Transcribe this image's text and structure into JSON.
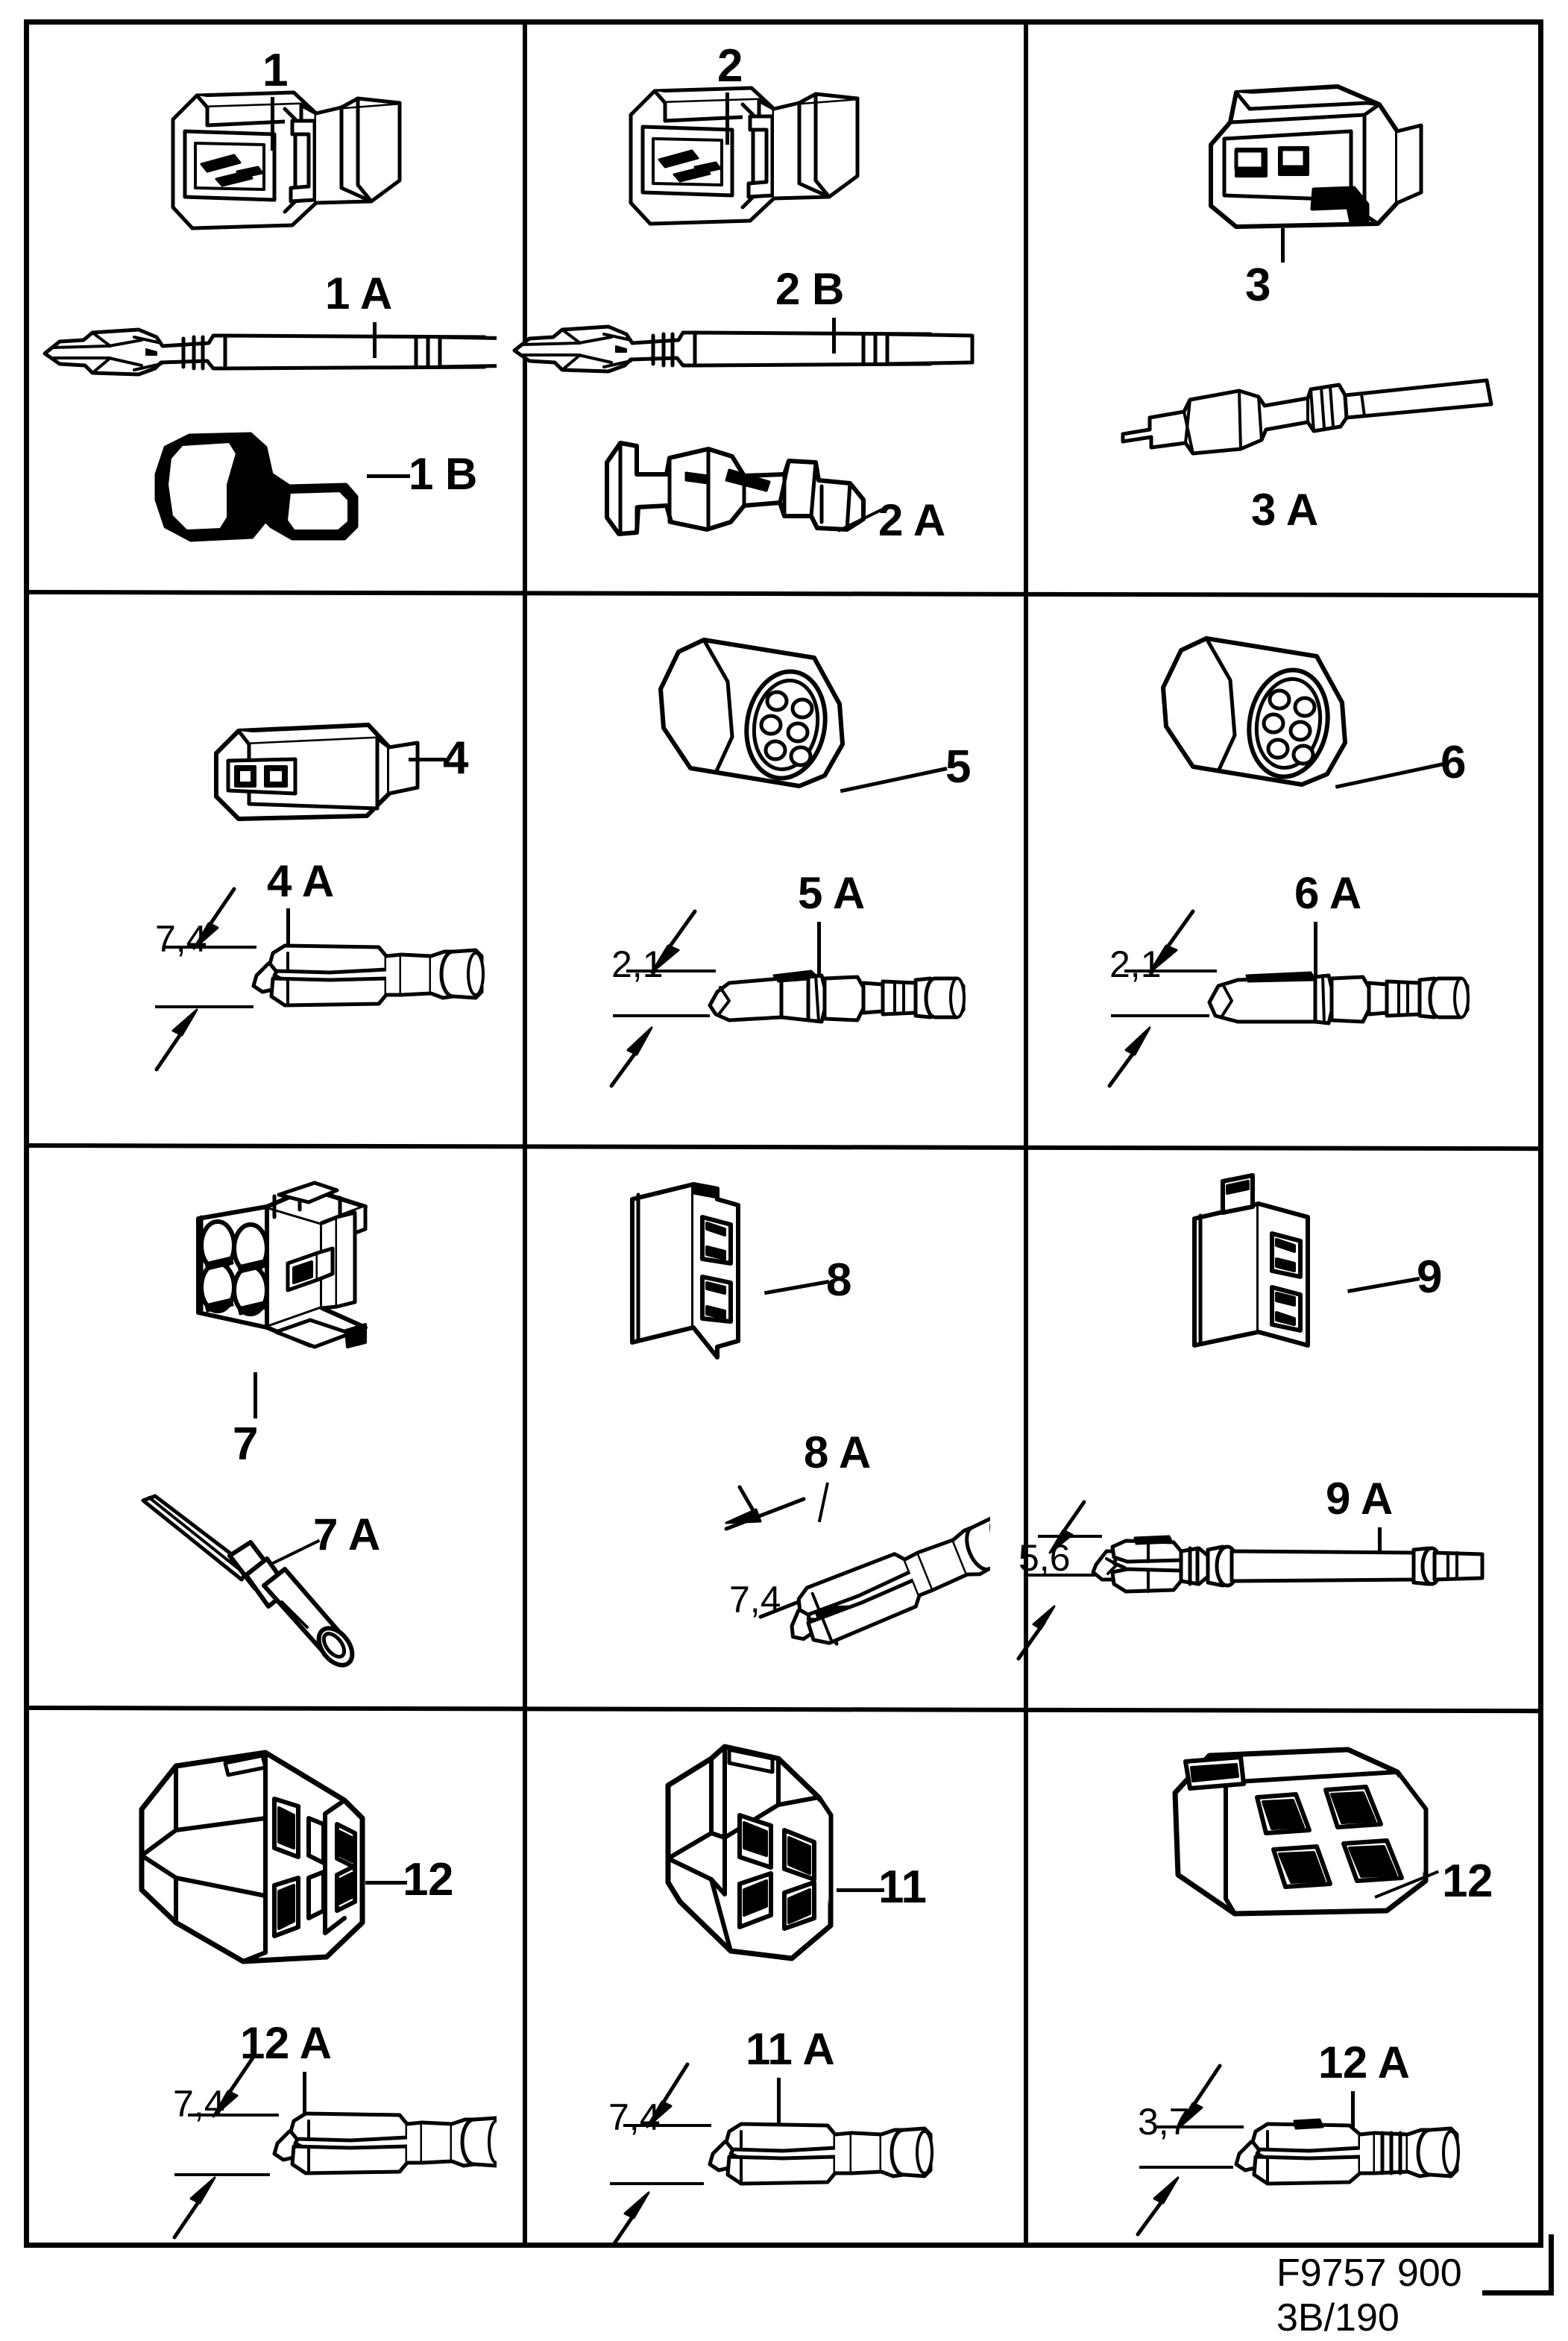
{
  "document": {
    "type": "parts-illustration",
    "footer_part_number": "F9757 900",
    "footer_page_code": "3B/190",
    "grid": {
      "columns": 3,
      "rows": 4
    }
  },
  "cells": [
    {
      "id": "cell-1",
      "row": 1,
      "col": 1,
      "labels": [
        {
          "text": "1",
          "kind": "item"
        },
        {
          "text": "1 A",
          "kind": "item"
        },
        {
          "text": "1 B",
          "kind": "item"
        }
      ],
      "parts": [
        {
          "name": "connector-housing-1",
          "label": "1"
        },
        {
          "name": "terminal-wire-1a",
          "label": "1 A"
        },
        {
          "name": "rubber-boot-1b",
          "label": "1 B"
        }
      ]
    },
    {
      "id": "cell-2",
      "row": 1,
      "col": 2,
      "labels": [
        {
          "text": "2",
          "kind": "item"
        },
        {
          "text": "2 B",
          "kind": "item"
        },
        {
          "text": "2 A",
          "kind": "item"
        }
      ],
      "parts": [
        {
          "name": "connector-housing-2",
          "label": "2"
        },
        {
          "name": "terminal-wire-2b",
          "label": "2 B"
        },
        {
          "name": "blade-terminal-2a",
          "label": "2 A"
        }
      ]
    },
    {
      "id": "cell-3",
      "row": 1,
      "col": 3,
      "labels": [
        {
          "text": "3",
          "kind": "item"
        },
        {
          "text": "3 A",
          "kind": "item"
        }
      ],
      "parts": [
        {
          "name": "connector-housing-3",
          "label": "3"
        },
        {
          "name": "bullet-terminal-3a",
          "label": "3 A"
        }
      ]
    },
    {
      "id": "cell-4",
      "row": 2,
      "col": 1,
      "labels": [
        {
          "text": "4",
          "kind": "item"
        },
        {
          "text": "4 A",
          "kind": "item"
        },
        {
          "text": "7,4",
          "kind": "dimension"
        }
      ],
      "parts": [
        {
          "name": "connector-housing-4",
          "label": "4"
        },
        {
          "name": "female-terminal-4a",
          "label": "4 A",
          "width_mm": "7,4"
        }
      ]
    },
    {
      "id": "cell-5",
      "row": 2,
      "col": 2,
      "labels": [
        {
          "text": "5",
          "kind": "item"
        },
        {
          "text": "5 A",
          "kind": "item"
        },
        {
          "text": "2,1",
          "kind": "dimension"
        }
      ],
      "parts": [
        {
          "name": "round-connector-5",
          "label": "5"
        },
        {
          "name": "pin-terminal-5a",
          "label": "5 A",
          "width_mm": "2,1"
        }
      ]
    },
    {
      "id": "cell-6",
      "row": 2,
      "col": 3,
      "labels": [
        {
          "text": "6",
          "kind": "item"
        },
        {
          "text": "6 A",
          "kind": "item"
        },
        {
          "text": "2,1",
          "kind": "dimension"
        }
      ],
      "parts": [
        {
          "name": "round-connector-6",
          "label": "6"
        },
        {
          "name": "socket-terminal-6a",
          "label": "6 A",
          "width_mm": "2,1"
        }
      ]
    },
    {
      "id": "cell-7",
      "row": 3,
      "col": 1,
      "labels": [
        {
          "text": "7",
          "kind": "item"
        },
        {
          "text": "7 A",
          "kind": "item"
        }
      ],
      "parts": [
        {
          "name": "connector-housing-7",
          "label": "7"
        },
        {
          "name": "socket-terminal-7a",
          "label": "7 A"
        }
      ]
    },
    {
      "id": "cell-8",
      "row": 3,
      "col": 2,
      "labels": [
        {
          "text": "8",
          "kind": "item"
        },
        {
          "text": "8 A",
          "kind": "item"
        },
        {
          "text": "7,4",
          "kind": "dimension"
        }
      ],
      "parts": [
        {
          "name": "connector-housing-8",
          "label": "8"
        },
        {
          "name": "female-terminal-8a",
          "label": "8 A",
          "width_mm": "7,4"
        }
      ]
    },
    {
      "id": "cell-9",
      "row": 3,
      "col": 3,
      "labels": [
        {
          "text": "9",
          "kind": "item"
        },
        {
          "text": "9 A",
          "kind": "item"
        },
        {
          "text": "5,6",
          "kind": "dimension"
        }
      ],
      "parts": [
        {
          "name": "connector-housing-9",
          "label": "9"
        },
        {
          "name": "terminal-wire-9a",
          "label": "9 A",
          "width_mm": "5,6"
        }
      ]
    },
    {
      "id": "cell-10",
      "row": 4,
      "col": 1,
      "labels": [
        {
          "text": "12",
          "kind": "item"
        },
        {
          "text": "12 A",
          "kind": "item"
        },
        {
          "text": "7,4",
          "kind": "dimension"
        }
      ],
      "parts": [
        {
          "name": "connector-housing-12-left",
          "label": "12"
        },
        {
          "name": "female-terminal-12a-left",
          "label": "12 A",
          "width_mm": "7,4"
        }
      ]
    },
    {
      "id": "cell-11",
      "row": 4,
      "col": 2,
      "labels": [
        {
          "text": "11",
          "kind": "item"
        },
        {
          "text": "11 A",
          "kind": "item"
        },
        {
          "text": "7,4",
          "kind": "dimension"
        }
      ],
      "parts": [
        {
          "name": "connector-housing-11",
          "label": "11"
        },
        {
          "name": "female-terminal-11a",
          "label": "11 A",
          "width_mm": "7,4"
        }
      ]
    },
    {
      "id": "cell-12",
      "row": 4,
      "col": 3,
      "labels": [
        {
          "text": "12",
          "kind": "item"
        },
        {
          "text": "12 A",
          "kind": "item"
        },
        {
          "text": "3,7",
          "kind": "dimension"
        }
      ],
      "parts": [
        {
          "name": "connector-housing-12-right",
          "label": "12"
        },
        {
          "name": "female-terminal-12a-right",
          "label": "12 A",
          "width_mm": "3,7"
        }
      ]
    }
  ],
  "label_text": {
    "c1_item": "1",
    "c1_a": "1 A",
    "c1_b": "1 B",
    "c2_item": "2",
    "c2_b": "2 B",
    "c2_a": "2 A",
    "c3_item": "3",
    "c3_a": "3 A",
    "c4_item": "4",
    "c4_a": "4 A",
    "c4_dim": "7,4",
    "c5_item": "5",
    "c5_a": "5 A",
    "c5_dim": "2,1",
    "c6_item": "6",
    "c6_a": "6 A",
    "c6_dim": "2,1",
    "c7_item": "7",
    "c7_a": "7 A",
    "c8_item": "8",
    "c8_a": "8 A",
    "c8_dim": "7,4",
    "c9_item": "9",
    "c9_a": "9 A",
    "c9_dim": "5,6",
    "c10_item": "12",
    "c10_a": "12 A",
    "c10_dim": "7,4",
    "c11_item": "11",
    "c11_a": "11 A",
    "c11_dim": "7,4",
    "c12_item": "12",
    "c12_a": "12 A",
    "c12_dim": "3,7"
  },
  "footer": {
    "part_number": "F9757 900",
    "page_code": "3B/190"
  },
  "colors": {
    "ink": "#000000",
    "paper": "#ffffff"
  }
}
